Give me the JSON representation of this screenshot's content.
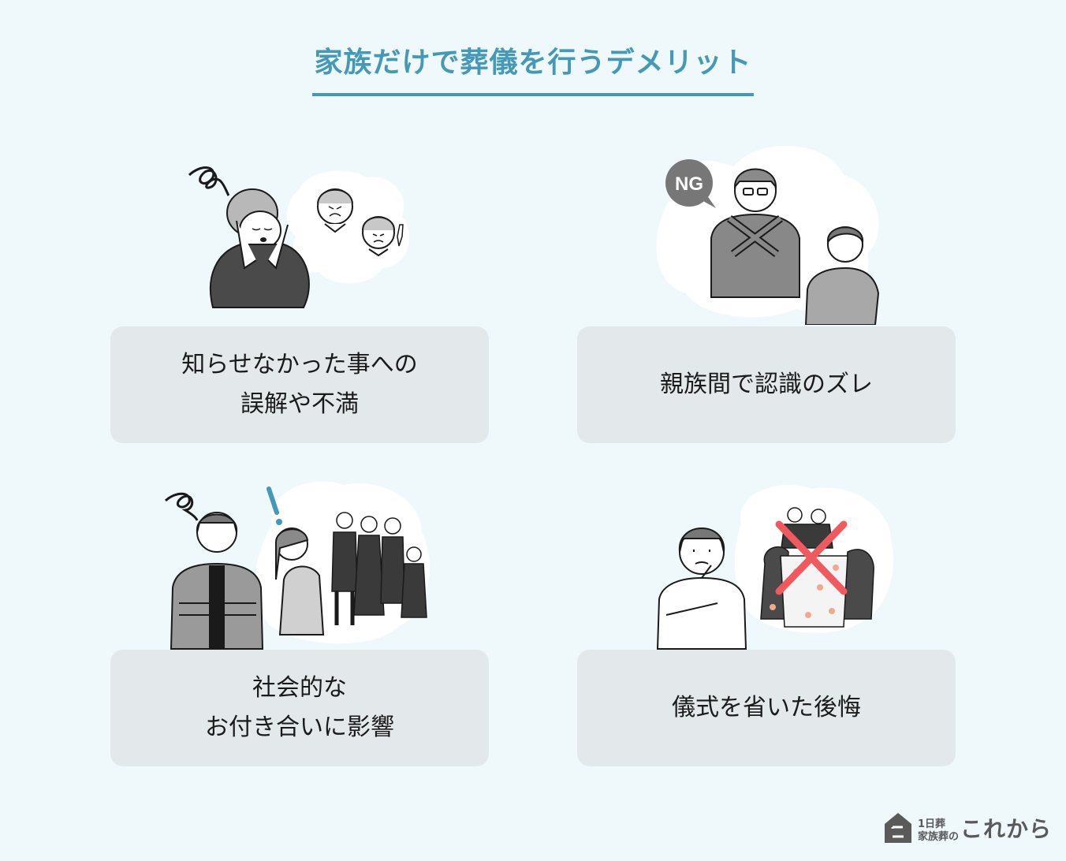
{
  "title": "家族だけで葬儀を行うデメリット",
  "colors": {
    "background": "#eff8fb",
    "accent": "#4499b6",
    "card": "#e3e8eb",
    "text": "#1a1a1a",
    "cross_mark": "#f05a5f",
    "logo": "#5a5a5a"
  },
  "items": [
    {
      "label": "知らせなかった事への\n誤解や不満",
      "illustration": "worried-woman-with-angry-elderly-relatives"
    },
    {
      "label": "親族間で認識のズレ",
      "illustration": "man-crossing-arms-ng-and-worried-woman",
      "badge": "NG"
    },
    {
      "label": "社会的な\nお付き合いに影響",
      "illustration": "surprised-woman-seeing-mourners",
      "exclamation": "!"
    },
    {
      "label": "儀式を省いた後悔",
      "illustration": "pondering-man-with-crossed-out-ceremony"
    }
  ],
  "logo": {
    "line1": "1日葬",
    "line2": "家族葬の",
    "brand": "これから"
  }
}
